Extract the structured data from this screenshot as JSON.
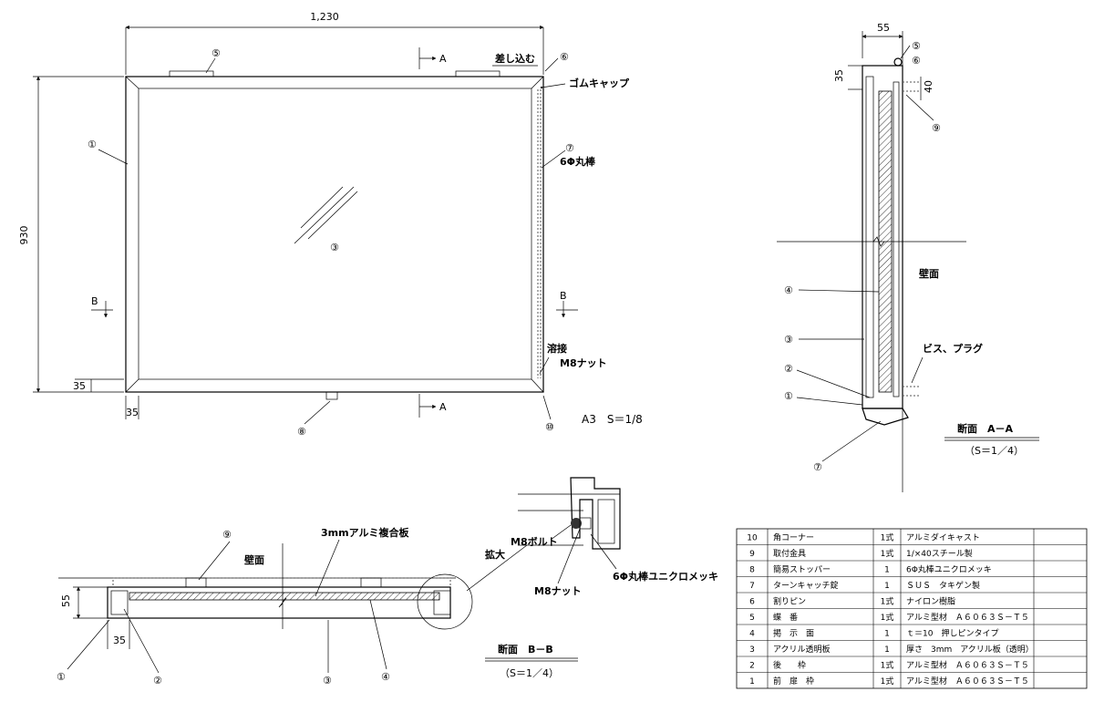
{
  "front_view": {
    "width_dim": "1,230",
    "height_dim": "930",
    "frame_dim_h": "35",
    "frame_dim_w": "35",
    "insert_label": "差し込む",
    "rubber_cap_label": "ゴムキャップ",
    "round_bar_label": "6Φ丸棒",
    "weld_label": "溶接",
    "nut_label": "M8ナット",
    "section_a": "A",
    "section_b": "B",
    "scale": "A3　S＝1/8",
    "callouts": [
      "①",
      "③",
      "⑤",
      "⑥",
      "⑦",
      "⑧",
      "⑩"
    ]
  },
  "section_aa": {
    "width_dim": "55",
    "top_dim": "35",
    "bolt_dim": "40",
    "wall_label": "壁面",
    "screw_label": "ビス、プラグ",
    "title": "断面　A－A",
    "scale": "（S＝1／4）",
    "callouts": [
      "⑤",
      "⑥",
      "⑨",
      "④",
      "③",
      "②",
      "①",
      "⑦"
    ]
  },
  "section_bb": {
    "depth_dim": "55",
    "frame_dim": "35",
    "wall_label": "壁面",
    "composite_label": "3mmアルミ複合板",
    "enlarge_label": "拡大",
    "title": "断面　B－B",
    "scale": "（S＝1／4）",
    "callouts": [
      "⑨",
      "①",
      "②",
      "③",
      "④"
    ]
  },
  "detail": {
    "bolt_label": "M8ボルト",
    "nut_label": "M8ナット",
    "bar_label": "6Φ丸棒ユニクロメッキ"
  },
  "parts_table": {
    "rows": [
      {
        "no": "10",
        "name": "角コーナー",
        "qty": "1式",
        "spec": "アルミダイキャスト"
      },
      {
        "no": "9",
        "name": "取付金具",
        "qty": "1式",
        "spec": "1/×40スチール製"
      },
      {
        "no": "8",
        "name": "簡易ストッパー",
        "qty": "1",
        "spec": "6Φ丸棒ユニクロメッキ"
      },
      {
        "no": "7",
        "name": "ターンキャッチ錠",
        "qty": "1",
        "spec": "ＳＵＳ　タキゲン製"
      },
      {
        "no": "6",
        "name": "割りピン",
        "qty": "1式",
        "spec": "ナイロン樹脂"
      },
      {
        "no": "5",
        "name": "蝶　番",
        "qty": "1式",
        "spec": "アルミ型材　Ａ６０６３Ｓ－Ｔ５"
      },
      {
        "no": "4",
        "name": "掲　示　面",
        "qty": "1",
        "spec": "ｔ＝10　押しピンタイプ"
      },
      {
        "no": "3",
        "name": "アクリル透明板",
        "qty": "1",
        "spec": "厚さ　3mm　アクリル板（透明）"
      },
      {
        "no": "2",
        "name": "後　　枠",
        "qty": "1式",
        "spec": "アルミ型材　Ａ６０６３Ｓ－Ｔ５"
      },
      {
        "no": "1",
        "name": "前　扉　枠",
        "qty": "1式",
        "spec": "アルミ型材　Ａ６０６３Ｓ－Ｔ５"
      }
    ]
  }
}
